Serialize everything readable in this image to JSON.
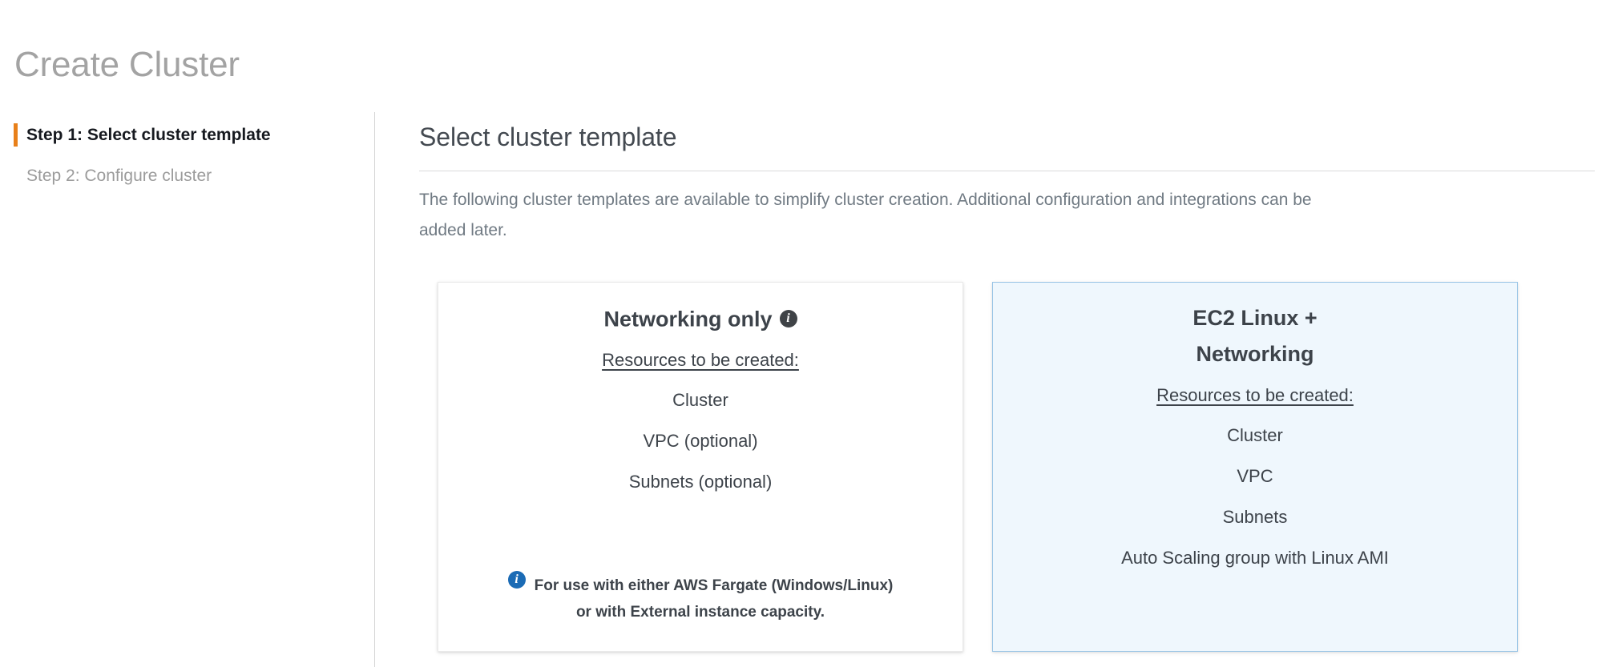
{
  "page": {
    "title": "Create Cluster"
  },
  "sidebar": {
    "steps": [
      {
        "label": "Step 1: Select cluster template",
        "active": true
      },
      {
        "label": "Step 2: Configure cluster",
        "active": false
      }
    ]
  },
  "main": {
    "section_title": "Select cluster template",
    "description": "The following cluster templates are available to simplify cluster creation. Additional configuration and integrations can be added later.",
    "cards": [
      {
        "title": "Networking only",
        "has_title_info_icon": true,
        "info_icon_glyph": "i",
        "selected": false,
        "resources_label": "Resources to be created:",
        "resources": [
          "Cluster",
          "VPC (optional)",
          "Subnets (optional)"
        ],
        "note_icon_glyph": "i",
        "note_line_1": "For use with either AWS Fargate (Windows/Linux)",
        "note_line_2": "or with External instance capacity."
      },
      {
        "title_line_1": "EC2 Linux +",
        "title_line_2": "Networking",
        "has_title_info_icon": false,
        "selected": true,
        "resources_label": "Resources to be created:",
        "resources": [
          "Cluster",
          "VPC",
          "Subnets",
          "Auto Scaling group with Linux AMI"
        ]
      }
    ]
  },
  "colors": {
    "step_accent": "#e8801a",
    "selected_card_bg": "#eff7fd",
    "selected_card_border": "#9ac5e6",
    "info_icon_dark": "#3f4347",
    "info_icon_blue": "#1b6bb5",
    "title_gray": "#a3a3a3",
    "body_text": "#3d434a"
  }
}
